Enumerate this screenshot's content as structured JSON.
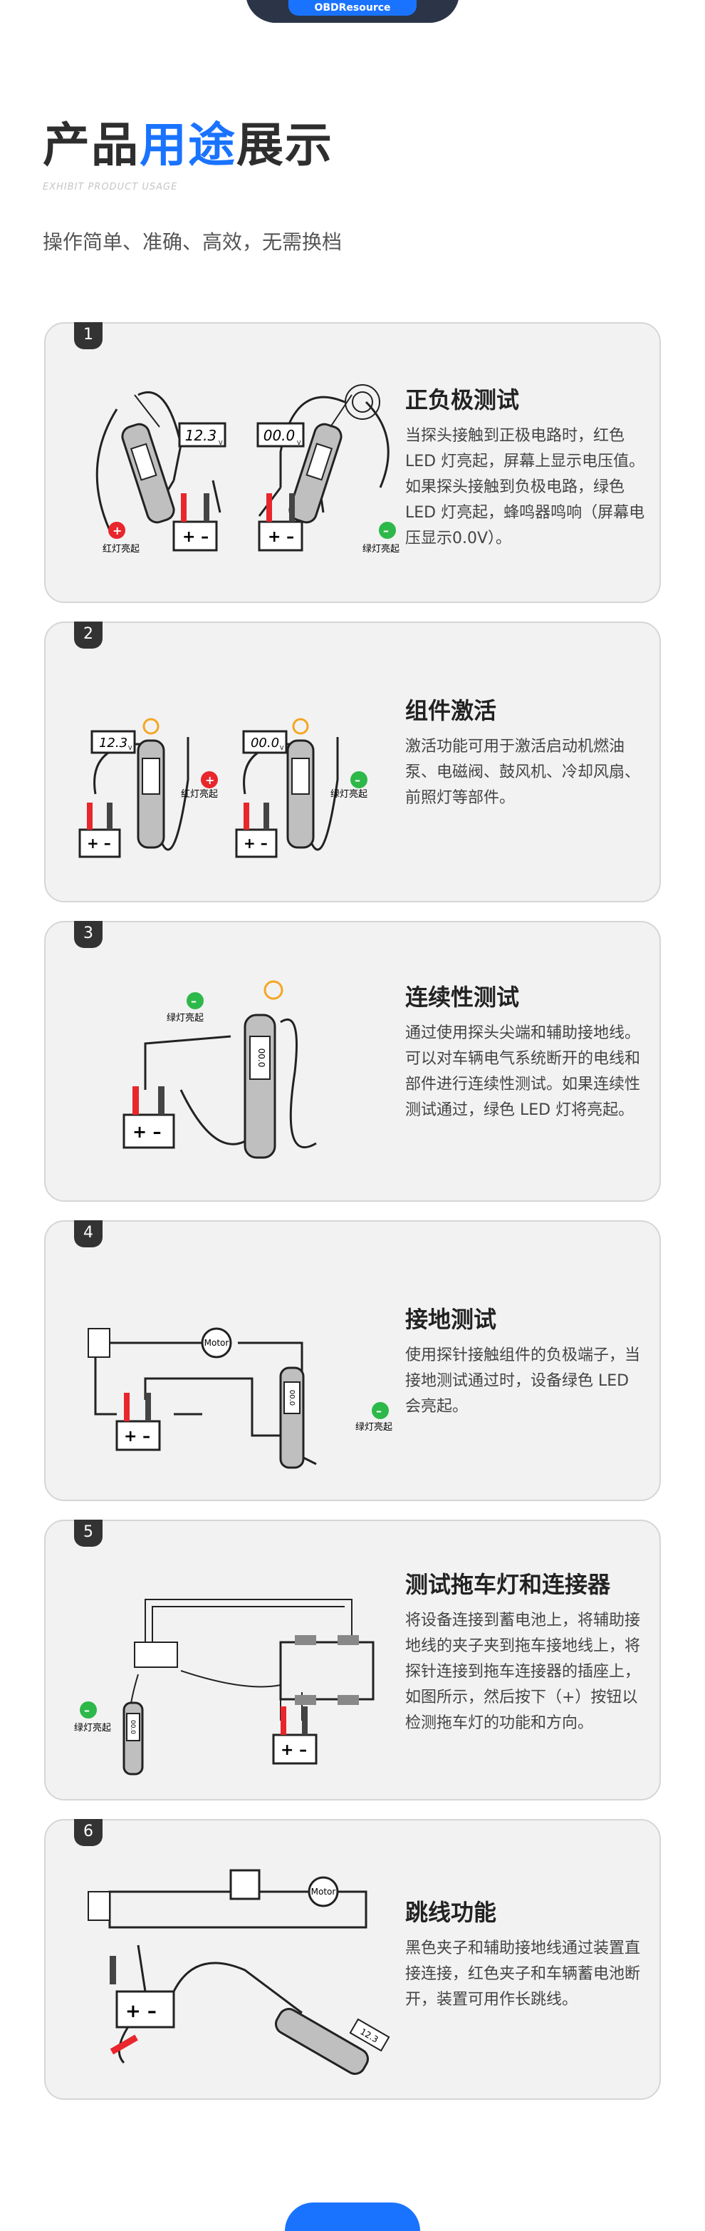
{
  "brand": {
    "logo_text": "OBDResource"
  },
  "hero": {
    "title_part1": "产品",
    "title_part2": "用途",
    "title_part3": "展示",
    "subtitle_en": "EXHIBIT PRODUCT USAGE",
    "subtitle": "操作简单、准确、高效，无需换档"
  },
  "cards": [
    {
      "number": "1",
      "title": "正负极测试",
      "desc": "当探头接触到正极电路时，红色 LED 灯亮起，屏幕上显示电压值。如果探头接触到负极电路，绿色 LED 灯亮起，蜂鸣器鸣响（屏幕电压显示0.0V）。",
      "labels": {
        "red": "红灯亮起",
        "green": "绿灯亮起",
        "reading1": "12.3",
        "reading2": "00.0",
        "unit": "V"
      }
    },
    {
      "number": "2",
      "title": "组件激活",
      "desc": "激活功能可用于激活启动机燃油泵、电磁阀、鼓风机、冷却风扇、前照灯等部件。",
      "labels": {
        "red": "红灯亮起",
        "green": "绿灯亮起",
        "reading1": "12.3",
        "reading2": "00.0",
        "unit": "V"
      }
    },
    {
      "number": "3",
      "title": "连续性测试",
      "desc": "通过使用探头尖端和辅助接地线。可以对车辆电气系统断开的电线和部件进行连续性测试。如果连续性测试通过，绿色 LED 灯将亮起。",
      "labels": {
        "green": "绿灯亮起",
        "reading": "00.0"
      }
    },
    {
      "number": "4",
      "title": "接地测试",
      "desc": "使用探针接触组件的负极端子，当接地测试通过时，设备绿色 LED 会亮起。",
      "labels": {
        "green": "绿灯亮起",
        "motor": "Motor",
        "reading": "00.0"
      }
    },
    {
      "number": "5",
      "title": "测试拖车灯和连接器",
      "desc": "将设备连接到蓄电池上，将辅助接地线的夹子夹到拖车接地线上，将探针连接到拖车连接器的插座上，如图所示，然后按下（+）按钮以检测拖车灯的功能和方向。",
      "labels": {
        "green": "绿灯亮起",
        "reading": "00.0"
      }
    },
    {
      "number": "6",
      "title": "跳线功能",
      "desc": "黑色夹子和辅助接地线通过装置直接连接，红色夹子和车辆蓄电池断开，装置可用作长跳线。",
      "labels": {
        "motor": "Motor",
        "reading": "12.3"
      }
    }
  ],
  "colors": {
    "accent": "#1a73ff",
    "red_led": "#e8262b",
    "green_led": "#2db84a",
    "card_bg": "#f2f2f2"
  }
}
